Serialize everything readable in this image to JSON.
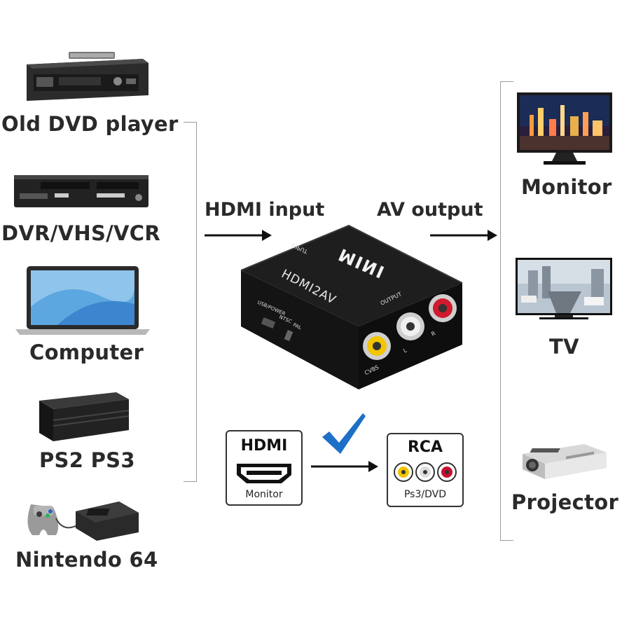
{
  "left_devices": [
    {
      "label": "Old DVD player"
    },
    {
      "label": "DVR/VHS/VCR"
    },
    {
      "label": "Computer"
    },
    {
      "label": "PS2 PS3"
    },
    {
      "label": "Nintendo 64"
    }
  ],
  "right_devices": [
    {
      "label": "Monitor"
    },
    {
      "label": "TV"
    },
    {
      "label": "Projector"
    }
  ],
  "arrows": {
    "input_label": "HDMI input",
    "output_label": "AV output"
  },
  "converter": {
    "top_text": "MINI",
    "face_text": "HDMI2AV",
    "input_port": "INPUT",
    "output_port": "OUTPUT",
    "usb_label": "USB/POWER",
    "ntsc_label": "NTSC",
    "pal_label": "PAL",
    "cvbs_label": "CVBS",
    "l_label": "L",
    "r_label": "R"
  },
  "hdmi_box": {
    "title": "HDMI",
    "subtitle": "Monitor"
  },
  "rca_box": {
    "title": "RCA",
    "subtitle": "Ps3/DVD"
  },
  "colors": {
    "checkmark": "#1e6fc6",
    "rca_yellow": "#f2c500",
    "rca_white": "#dddddd",
    "rca_red": "#c8102e"
  }
}
